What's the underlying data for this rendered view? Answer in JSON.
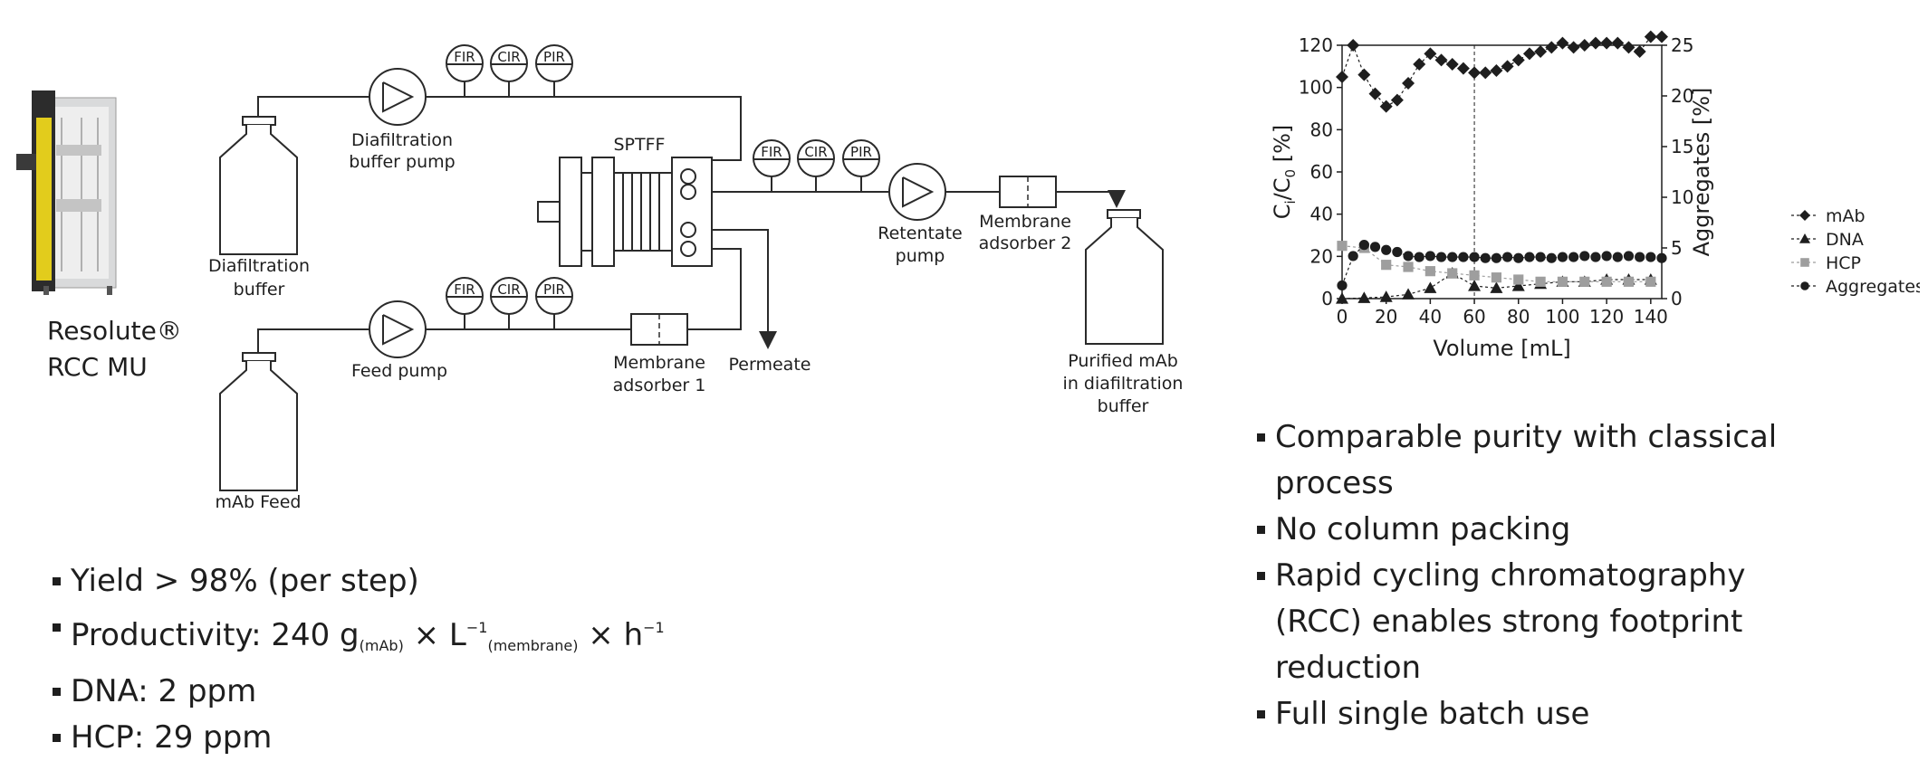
{
  "device": {
    "name_line1": "Resolute®",
    "name_line2": "RCC MU"
  },
  "diagram": {
    "diafiltration_buffer": [
      "Diafiltration",
      "buffer"
    ],
    "diafiltration_pump": [
      "Diafiltration",
      "buffer pump"
    ],
    "feed_pump": "Feed pump",
    "mab_feed": "mAb Feed",
    "membrane_adsorber_1": [
      "Membrane",
      "adsorber 1"
    ],
    "membrane_adsorber_2": [
      "Membrane",
      "adsorber 2"
    ],
    "sptff": "SPTFF",
    "permeate": "Permeate",
    "retentate_pump": [
      "Retentate",
      "pump"
    ],
    "purified": [
      "Purified mAb",
      "in diafiltration",
      "buffer"
    ],
    "gauges": [
      "FIR",
      "CIR",
      "PIR"
    ]
  },
  "left_bullets": {
    "yield": "Yield > 98% (per step)",
    "productivity": {
      "prefix": "Productivity: 240 g",
      "sub1": "(mAb)",
      "times1": " × L",
      "sup1": "−1",
      "sub2": "(membrane)",
      "times2": " × h",
      "sup2": "−1"
    },
    "dna": "DNA: 2 ppm",
    "hcp": "HCP: 29 ppm"
  },
  "right_bullets": [
    [
      "Comparable purity with classical",
      "process"
    ],
    [
      "No column packing"
    ],
    [
      "Rapid cycling chromatography",
      "(RCC) enables strong footprint",
      "reduction"
    ],
    [
      "Full single batch use"
    ]
  ],
  "chart_data": {
    "type": "line",
    "xlabel": "Volume [mL]",
    "ylabel_left": "Ci/C0 [%]",
    "ylabel_right": "Aggregates [%]",
    "xlim": [
      0,
      145
    ],
    "ylim_left": [
      0,
      120
    ],
    "ylim_right": [
      0,
      25
    ],
    "x_ticks": [
      0,
      20,
      40,
      60,
      80,
      100,
      120,
      140
    ],
    "y_left_ticks": [
      0,
      20,
      40,
      60,
      80,
      100,
      120
    ],
    "y_right_ticks": [
      0,
      5,
      10,
      15,
      20,
      25
    ],
    "vertical_line_x": 60,
    "legend_position": "right",
    "series": [
      {
        "name": "mAb",
        "marker": "diamond",
        "color": "#1e1e1e",
        "axis": "left",
        "x": [
          0,
          5,
          10,
          15,
          20,
          25,
          30,
          35,
          40,
          45,
          50,
          55,
          60,
          65,
          70,
          75,
          80,
          85,
          90,
          95,
          100,
          105,
          110,
          115,
          120,
          125,
          130,
          135,
          140,
          145
        ],
        "y": [
          105,
          120,
          106,
          97,
          91,
          94,
          102,
          111,
          116,
          113,
          111,
          109,
          107,
          107,
          108,
          110,
          113,
          116,
          117,
          119,
          121,
          119,
          120,
          121,
          121,
          121,
          119,
          117,
          124,
          124
        ]
      },
      {
        "name": "DNA",
        "marker": "triangle",
        "color": "#1e1e1e",
        "axis": "left",
        "x": [
          0,
          10,
          20,
          30,
          40,
          50,
          60,
          70,
          80,
          90,
          100,
          110,
          120,
          130,
          140
        ],
        "y": [
          0,
          0.3,
          0.8,
          2,
          5,
          12,
          6,
          5,
          6,
          7,
          8,
          8,
          9,
          9,
          9
        ]
      },
      {
        "name": "HCP",
        "marker": "square",
        "color": "#9e9e9e",
        "axis": "left",
        "x": [
          0,
          10,
          20,
          30,
          40,
          50,
          60,
          70,
          80,
          90,
          100,
          110,
          120,
          130,
          140
        ],
        "y": [
          25,
          24,
          16,
          15,
          13,
          12,
          11,
          10,
          9,
          8,
          8,
          8,
          8,
          8,
          8
        ]
      },
      {
        "name": "Aggregates",
        "marker": "circle",
        "color": "#1e1e1e",
        "axis": "right",
        "x": [
          0,
          5,
          10,
          15,
          20,
          25,
          30,
          35,
          40,
          45,
          50,
          55,
          60,
          65,
          70,
          75,
          80,
          85,
          90,
          95,
          100,
          105,
          110,
          115,
          120,
          125,
          130,
          135,
          140,
          145
        ],
        "y": [
          1.3,
          4.2,
          5.3,
          5.1,
          4.8,
          4.6,
          4.2,
          4.1,
          4.2,
          4.1,
          4.1,
          4.1,
          4.1,
          4.0,
          4.0,
          4.1,
          4.0,
          4.1,
          4.1,
          4.0,
          4.1,
          4.1,
          4.2,
          4.1,
          4.2,
          4.1,
          4.2,
          4.1,
          4.1,
          4.0
        ]
      }
    ]
  }
}
